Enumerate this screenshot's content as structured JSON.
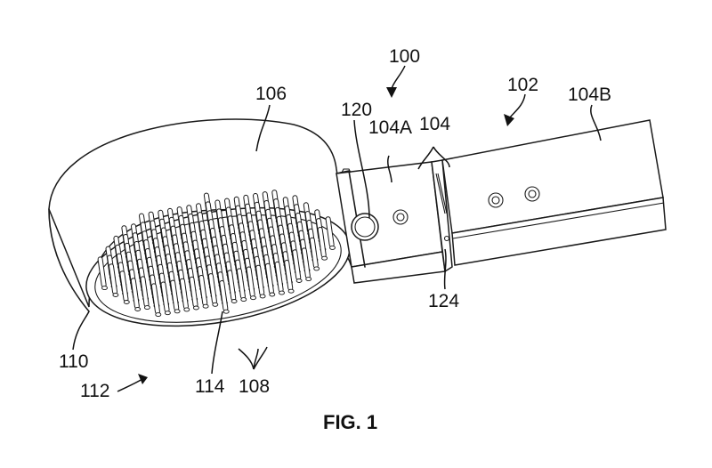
{
  "figure": {
    "caption": "FIG. 1",
    "subject": "hair brush with detachable handle",
    "line_color": "#1a1a1a",
    "background": "#ffffff"
  },
  "labels": {
    "l100": "100",
    "l102": "102",
    "l104": "104",
    "l104A": "104A",
    "l104B": "104B",
    "l106": "106",
    "l108": "108",
    "l110": "110",
    "l112": "112",
    "l114": "114",
    "l120": "120",
    "l124": "124"
  }
}
